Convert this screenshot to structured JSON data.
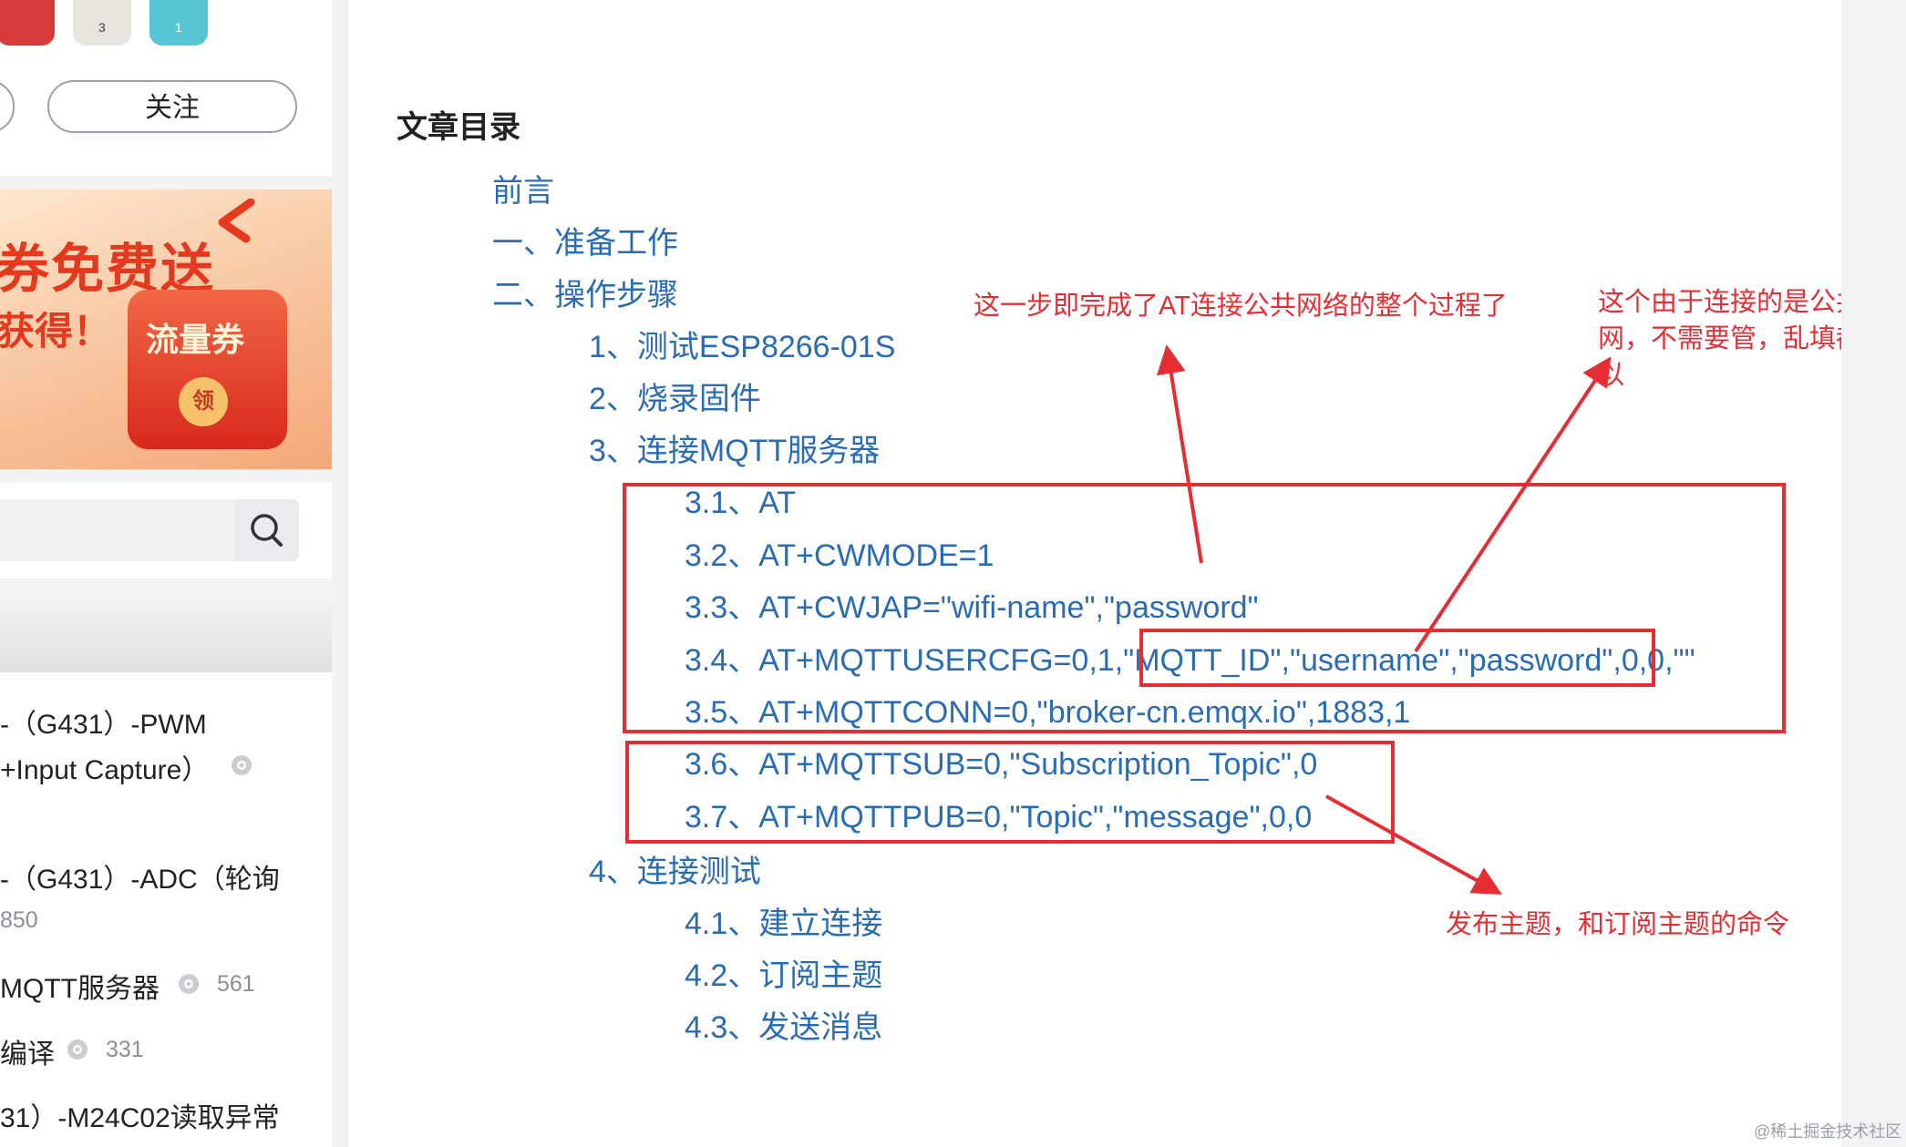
{
  "sidebar": {
    "badge_labels": [
      "3",
      "1"
    ],
    "follow_label": "关注",
    "promo": {
      "title": "券免费送",
      "subtitle": "获得！",
      "coupon_label": "流量券",
      "seal_label": "领"
    },
    "articles": [
      {
        "line1": "-（G431）-PWM",
        "line2": "+Input Capture）",
        "views": ""
      },
      {
        "line1": "-（G431）-ADC（轮询",
        "line2": "",
        "views": "850"
      },
      {
        "line1": "MQTT服务器",
        "line2": "",
        "views": "561"
      },
      {
        "line1": "编译",
        "line2": "",
        "views": "331"
      },
      {
        "line1": "31）-M24C02读取异常",
        "line2": "",
        "views": ""
      }
    ]
  },
  "toc": {
    "title": "文章目录",
    "items": [
      "前言",
      "一、准备工作",
      "二、操作步骤",
      "1、测试ESP8266-01S",
      "2、烧录固件",
      "3、连接MQTT服务器",
      "3.1、AT",
      "3.2、AT+CWMODE=1",
      "3.3、AT+CWJAP=\"wifi-name\",\"password\"",
      "3.4、AT+MQTTUSERCFG=0,1,\"MQTT_ID\",\"username\",\"password\",0,0,\"\"",
      "3.5、AT+MQTTCONN=0,\"broker-cn.emqx.io\",1883,1",
      "3.6、AT+MQTTSUB=0,\"Subscription_Topic\",0",
      "3.7、AT+MQTTPUB=0,\"Topic\",\"message\",0,0",
      "4、连接测试",
      "4.1、建立连接",
      "4.2、订阅主题",
      "4.3、发送消息"
    ]
  },
  "annotations": {
    "connect_note": "这一步即完成了AT连接公共网络的整个过程了",
    "public_note": "这个由于连接的是公共网，不需要管，乱填都可以",
    "pubsub_note": "发布主题，和订阅主题的命令"
  },
  "watermark": "@稀土掘金技术社区",
  "colors": {
    "annotation_red": "#e52e34",
    "toc_link": "#2a6cb3"
  }
}
